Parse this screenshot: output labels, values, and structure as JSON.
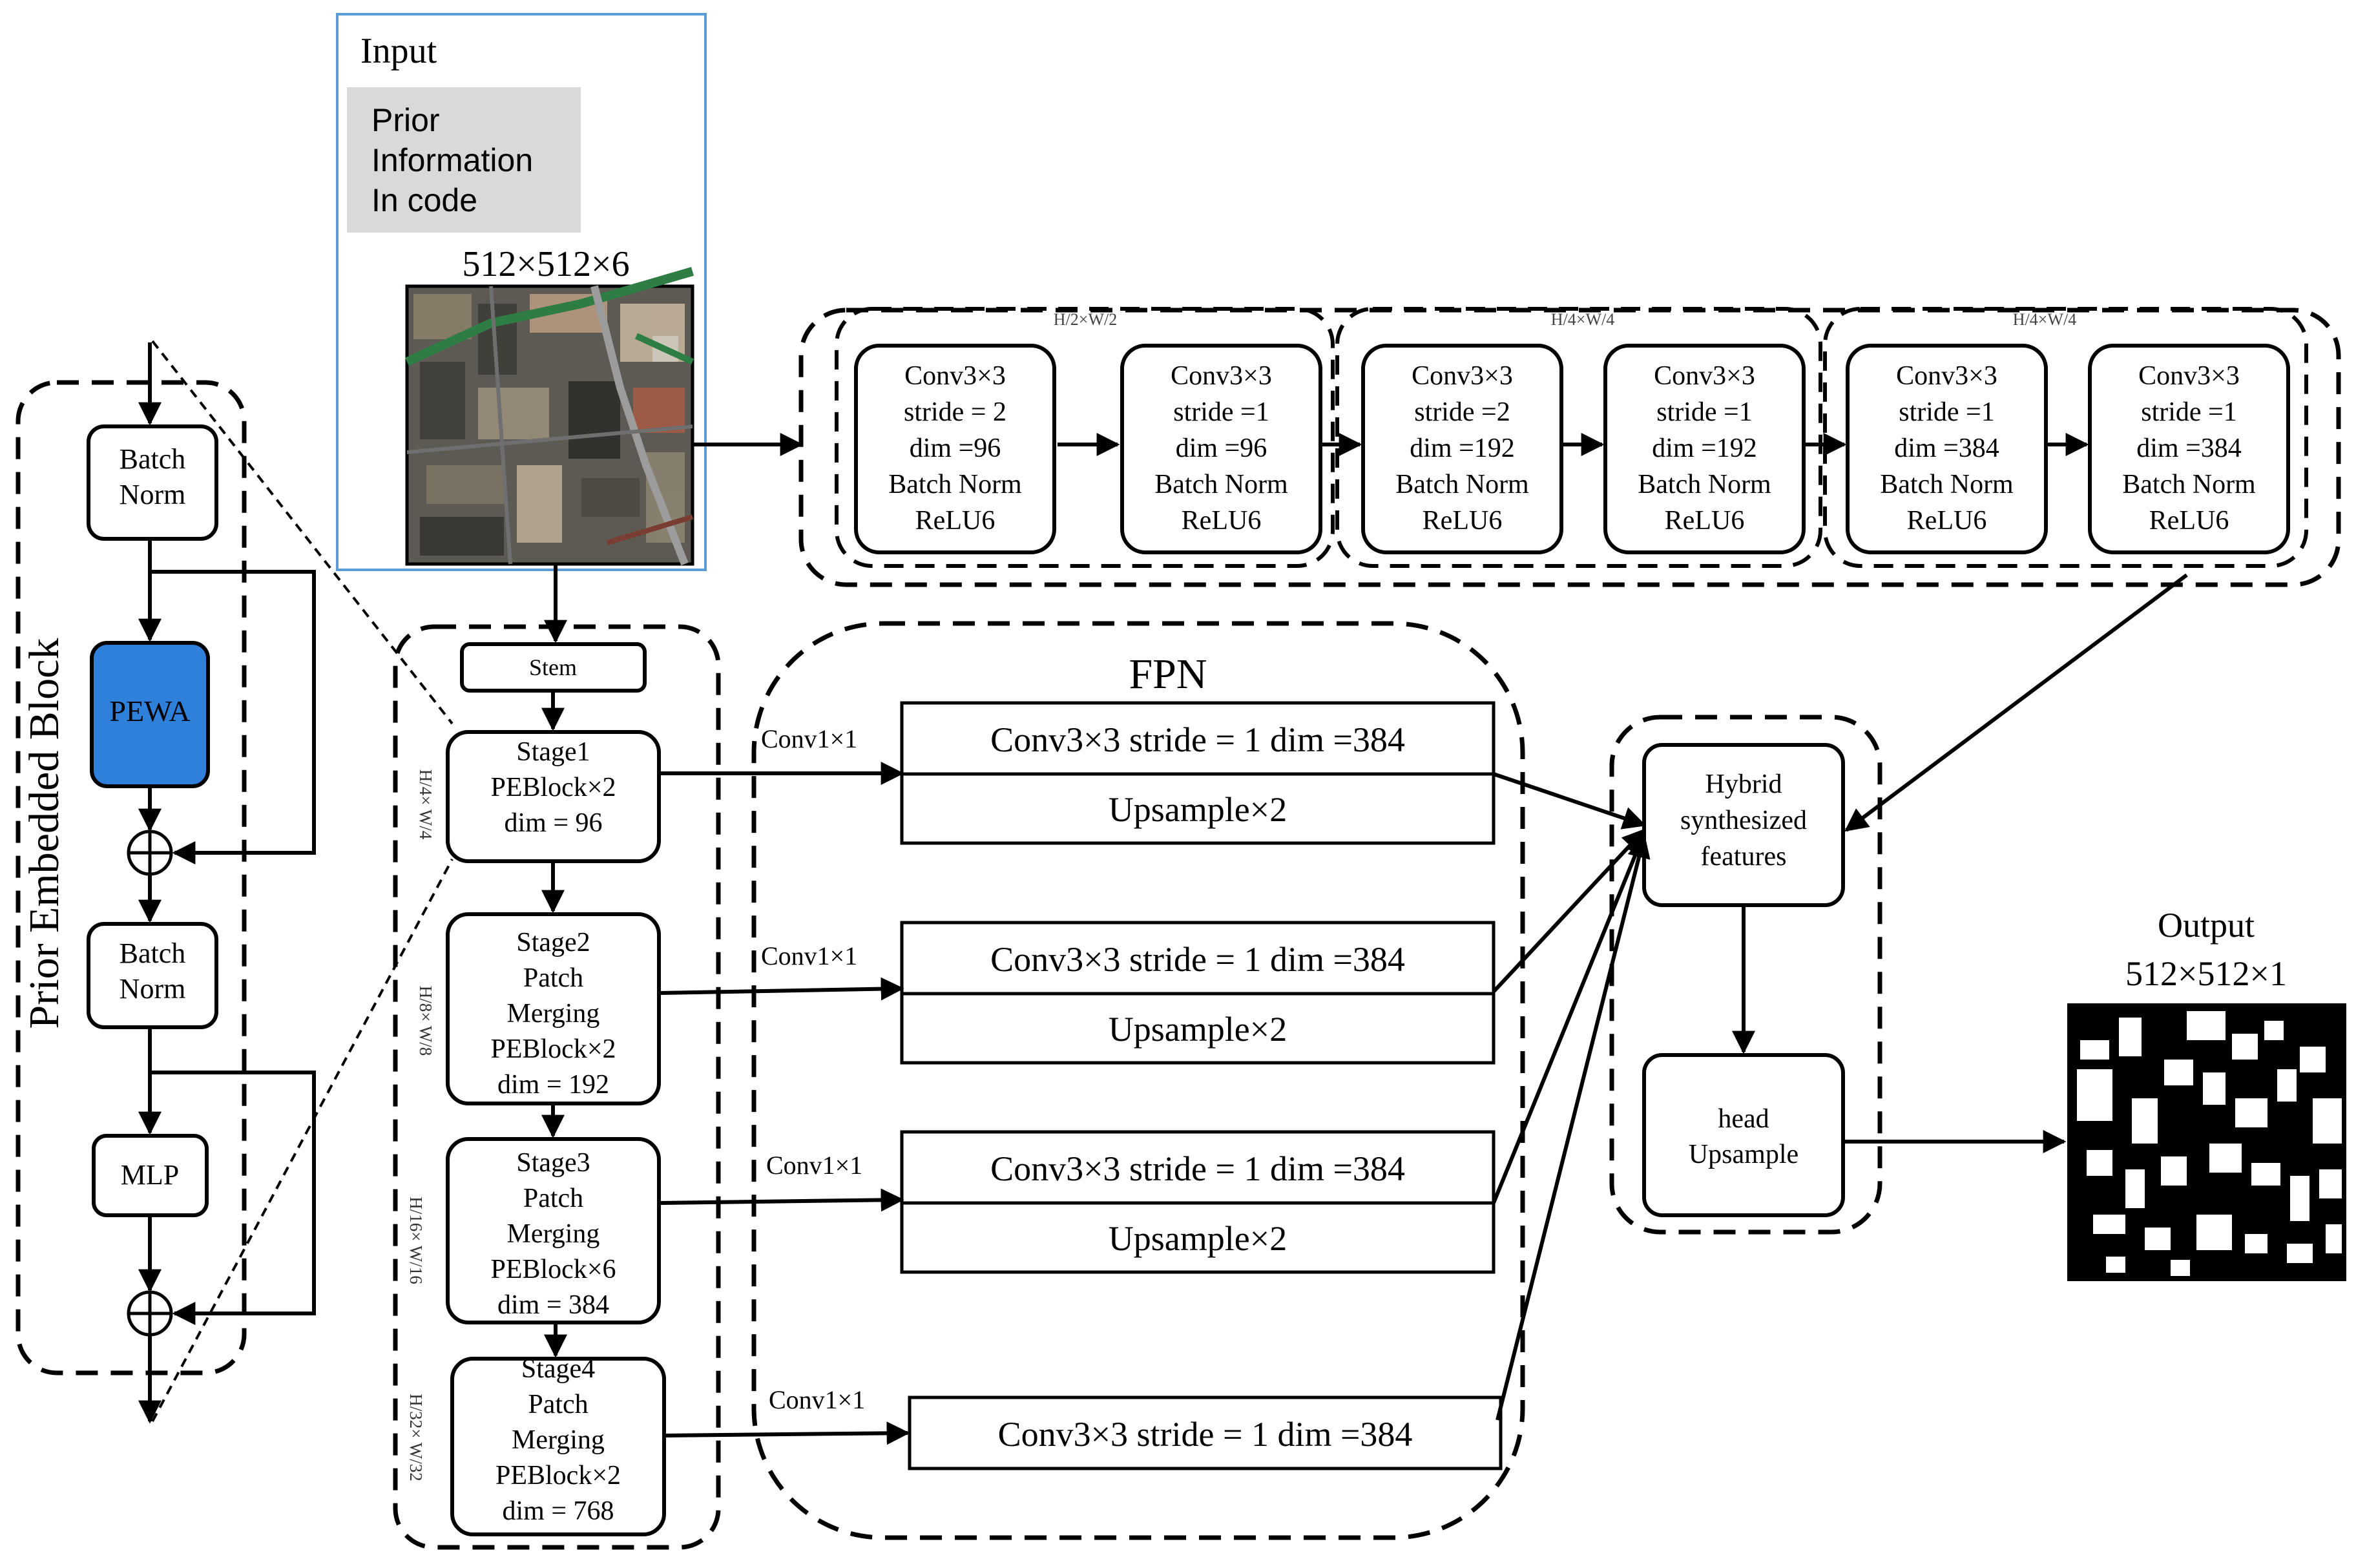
{
  "prior_block": {
    "title": "Prior Embedded Block",
    "batch_norm_1": [
      "Batch",
      "Norm"
    ],
    "pewa": "PEWA",
    "batch_norm_2": [
      "Batch",
      "Norm"
    ],
    "mlp": "MLP"
  },
  "input": {
    "title": "Input",
    "prior_info": [
      "Prior",
      "Information",
      "In code"
    ],
    "size_label": "512×512×6"
  },
  "conv_branch": {
    "group_labels": [
      "H/2×W/2",
      "H/4×W/4",
      "H/4×W/4"
    ],
    "blocks": [
      [
        "Conv3×3",
        "stride = 2",
        "dim =96",
        "Batch Norm",
        "ReLU6"
      ],
      [
        "Conv3×3",
        "stride =1",
        "dim =96",
        "Batch Norm",
        "ReLU6"
      ],
      [
        "Conv3×3",
        "stride =2",
        "dim =192",
        "Batch Norm",
        "ReLU6"
      ],
      [
        "Conv3×3",
        "stride =1",
        "dim =192",
        "Batch Norm",
        "ReLU6"
      ],
      [
        "Conv3×3",
        "stride =1",
        "dim =384",
        "Batch Norm",
        "ReLU6"
      ],
      [
        "Conv3×3",
        "stride =1",
        "dim =384",
        "Batch Norm",
        "ReLU6"
      ]
    ]
  },
  "backbone": {
    "stem": "Stem",
    "side_labels": [
      "H/4× W/4",
      "H/8× W/8",
      "H/16× W/16",
      "H/32× W/32"
    ],
    "stages": [
      [
        "Stage1",
        "PEBlock×2",
        "dim = 96"
      ],
      [
        "Stage2",
        "Patch",
        "Merging",
        "PEBlock×2",
        "dim = 192"
      ],
      [
        "Stage3",
        "Patch",
        "Merging",
        "PEBlock×6",
        "dim = 384"
      ],
      [
        "Stage4",
        "Patch",
        "Merging",
        "PEBlock×2",
        "dim = 768"
      ]
    ]
  },
  "fpn": {
    "title": "FPN",
    "lateral_label": "Conv1×1",
    "conv_label": "Conv3×3  stride = 1 dim =384",
    "upsample_label": "Upsample×2"
  },
  "fusion": {
    "hybrid": [
      "Hybrid",
      "synthesized",
      "features"
    ],
    "head": [
      "head",
      "Upsample"
    ]
  },
  "output": {
    "title": "Output",
    "size_label": "512×512×1"
  },
  "colors": {
    "line": "#000000",
    "input_border": "#5b9bd5",
    "prior_fill": "#d9d9d9",
    "pewa_fill": "#2f80db",
    "pewa_text": "#000000",
    "background": "#ffffff"
  },
  "icons": {
    "add": "circle-plus-icon",
    "satellite": "satellite-image-icon",
    "mask": "segmentation-mask-icon"
  }
}
